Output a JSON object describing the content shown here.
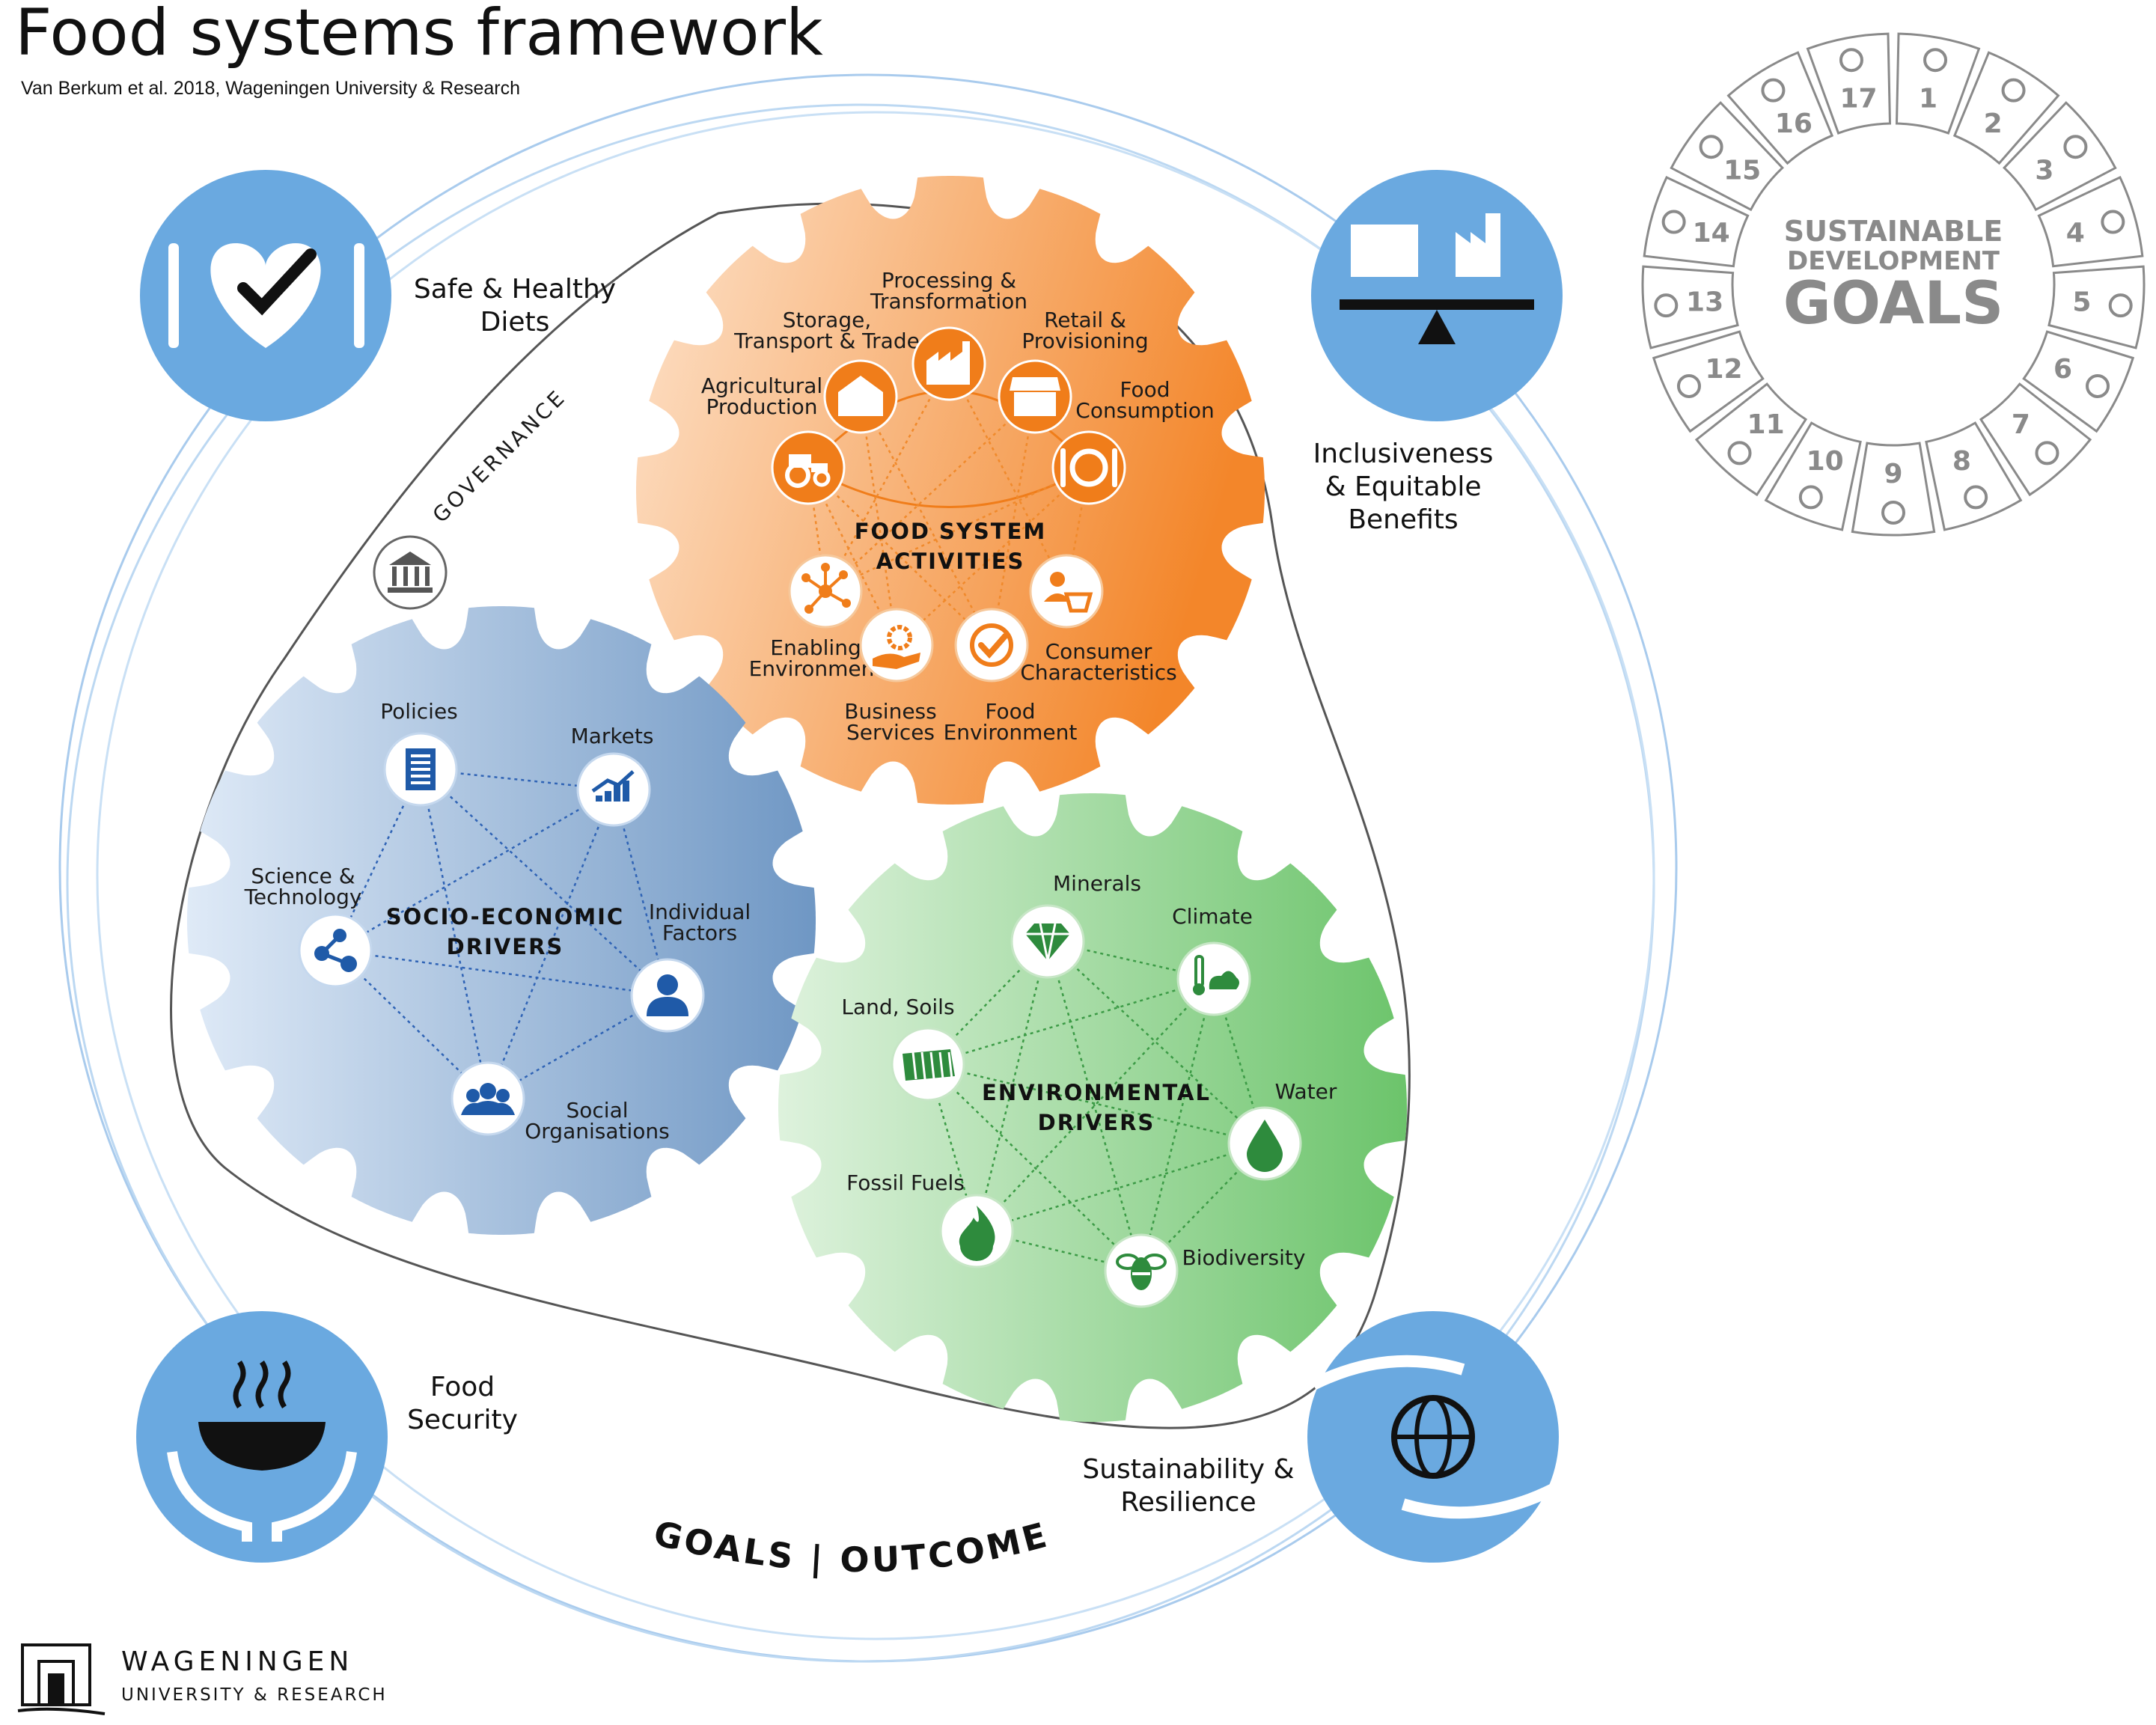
{
  "title": "Food systems framework",
  "subtitle": "Van Berkum et al. 2018, Wageningen University & Research",
  "governance": {
    "label": "GOVERNANCE",
    "icon": "institution-icon"
  },
  "goals_label": "GOALS | OUTCOMES",
  "outcomes": [
    {
      "lines": [
        "Safe & Healthy",
        "Diets"
      ],
      "icon": "heart-check-cutlery-icon"
    },
    {
      "lines": [
        "Inclusiveness",
        "& Equitable",
        "Benefits"
      ],
      "icon": "market-factory-scale-icon"
    },
    {
      "lines": [
        "Food",
        "Security"
      ],
      "icon": "hands-bowl-icon"
    },
    {
      "lines": [
        "Sustainability &",
        "Resilience"
      ],
      "icon": "hands-globe-icon"
    }
  ],
  "food_system_activities": {
    "title": [
      "FOOD SYSTEM",
      "ACTIVITIES"
    ],
    "nodes": [
      {
        "lines": [
          "Agricultural",
          "Production"
        ],
        "icon": "tractor-icon"
      },
      {
        "lines": [
          "Storage,",
          "Transport & Trade"
        ],
        "icon": "warehouse-icon"
      },
      {
        "lines": [
          "Processing &",
          "Transformation"
        ],
        "icon": "factory-icon"
      },
      {
        "lines": [
          "Retail &",
          "Provisioning"
        ],
        "icon": "shop-icon"
      },
      {
        "lines": [
          "Food",
          "Consumption"
        ],
        "icon": "plate-cutlery-icon"
      },
      {
        "lines": [
          "Enabling",
          "Environment"
        ],
        "icon": "network-icon"
      },
      {
        "lines": [
          "Business",
          "Services"
        ],
        "icon": "hand-gear-icon"
      },
      {
        "lines": [
          "Food",
          "Environment"
        ],
        "icon": "checkmark-icon"
      },
      {
        "lines": [
          "Consumer",
          "Characteristics"
        ],
        "icon": "person-basket-icon"
      }
    ]
  },
  "socio_economic_drivers": {
    "title": [
      "SOCIO-ECONOMIC",
      "DRIVERS"
    ],
    "nodes": [
      {
        "lines": [
          "Policies"
        ],
        "icon": "document-icon"
      },
      {
        "lines": [
          "Markets"
        ],
        "icon": "bar-chart-icon"
      },
      {
        "lines": [
          "Science &",
          "Technology"
        ],
        "icon": "molecule-icon"
      },
      {
        "lines": [
          "Individual",
          "Factors"
        ],
        "icon": "person-icon"
      },
      {
        "lines": [
          "Social",
          "Organisations"
        ],
        "icon": "group-icon"
      }
    ]
  },
  "environmental_drivers": {
    "title": [
      "ENVIRONMENTAL",
      "DRIVERS"
    ],
    "nodes": [
      {
        "lines": [
          "Minerals"
        ],
        "icon": "gem-icon"
      },
      {
        "lines": [
          "Climate"
        ],
        "icon": "thermometer-cloud-icon"
      },
      {
        "lines": [
          "Land, Soils"
        ],
        "icon": "field-icon"
      },
      {
        "lines": [
          "Water"
        ],
        "icon": "water-drop-icon"
      },
      {
        "lines": [
          "Fossil Fuels"
        ],
        "icon": "flame-icon"
      },
      {
        "lines": [
          "Biodiversity"
        ],
        "icon": "bee-icon"
      }
    ]
  },
  "sdg": {
    "title_lines": [
      "SUSTAINABLE",
      "DEVELOPMENT",
      "GOALS"
    ],
    "numbers": [
      "1",
      "2",
      "3",
      "4",
      "5",
      "6",
      "7",
      "8",
      "9",
      "10",
      "11",
      "12",
      "13",
      "14",
      "15",
      "16",
      "17"
    ]
  },
  "logo": {
    "name": "WAGENINGEN",
    "sub": "UNIVERSITY & RESEARCH"
  },
  "colors": {
    "orange": "#f07d1a",
    "blue_gear": "#7fa6cf",
    "green_gear": "#6cc26a",
    "outcome_blue": "#6aa9e0",
    "node_blue": "#1f5aa8",
    "node_green": "#2e8b3d",
    "ring": "#a9cbed"
  }
}
